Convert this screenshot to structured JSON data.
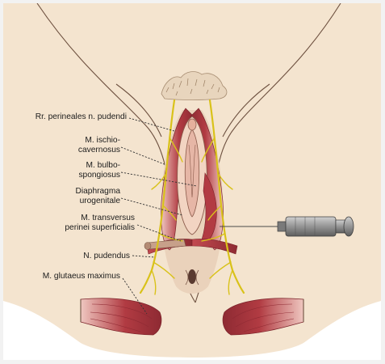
{
  "labels": {
    "rr_perineales": "Rr. perineales n. pudendi",
    "ischio_1": "M. ischio-",
    "ischio_2": "cavernosus",
    "bulbo_1": "M. bulbo-",
    "bulbo_2": "spongiosus",
    "diaphragma_1": "Diaphragma",
    "diaphragma_2": "urogenitale",
    "transversus_1": "M. transversus",
    "transversus_2": "perinei superficialis",
    "pudendus": "N. pudendus",
    "glutaeus": "M. glutaeus maximus"
  },
  "colors": {
    "skin": "#f4e4cf",
    "skin_shadow": "#e7cfb3",
    "muscle": "#a8323a",
    "muscle_light": "#c8585c",
    "nerve": "#d9c21a",
    "syringe": "#8c8c8c"
  }
}
